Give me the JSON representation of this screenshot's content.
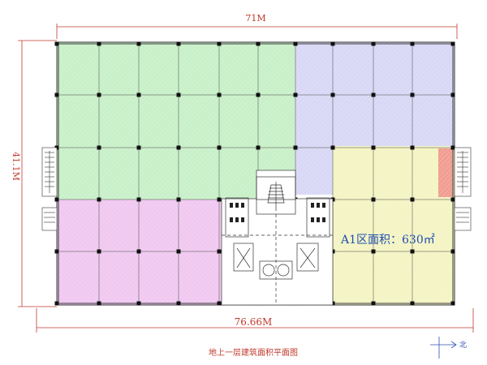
{
  "dimensions": {
    "top_width": "71M",
    "left_depth": "41.1M",
    "bottom_width": "76.66M"
  },
  "zones": [
    {
      "id": "green",
      "color": "#c8f0c8"
    },
    {
      "id": "blue",
      "color": "#d8d8f6"
    },
    {
      "id": "pink",
      "color": "#f0c8f0"
    },
    {
      "id": "yellow",
      "color": "#f4f4c4"
    },
    {
      "id": "red-strip",
      "color": "#f08080"
    }
  ],
  "area_label": "A1区面积：630㎡",
  "caption": "地上一层建筑面积平面图",
  "north_label": "北",
  "colors": {
    "dimension": "#c0392b",
    "grid": "#333333",
    "column": "#111111",
    "label": "#1f4fb0"
  }
}
